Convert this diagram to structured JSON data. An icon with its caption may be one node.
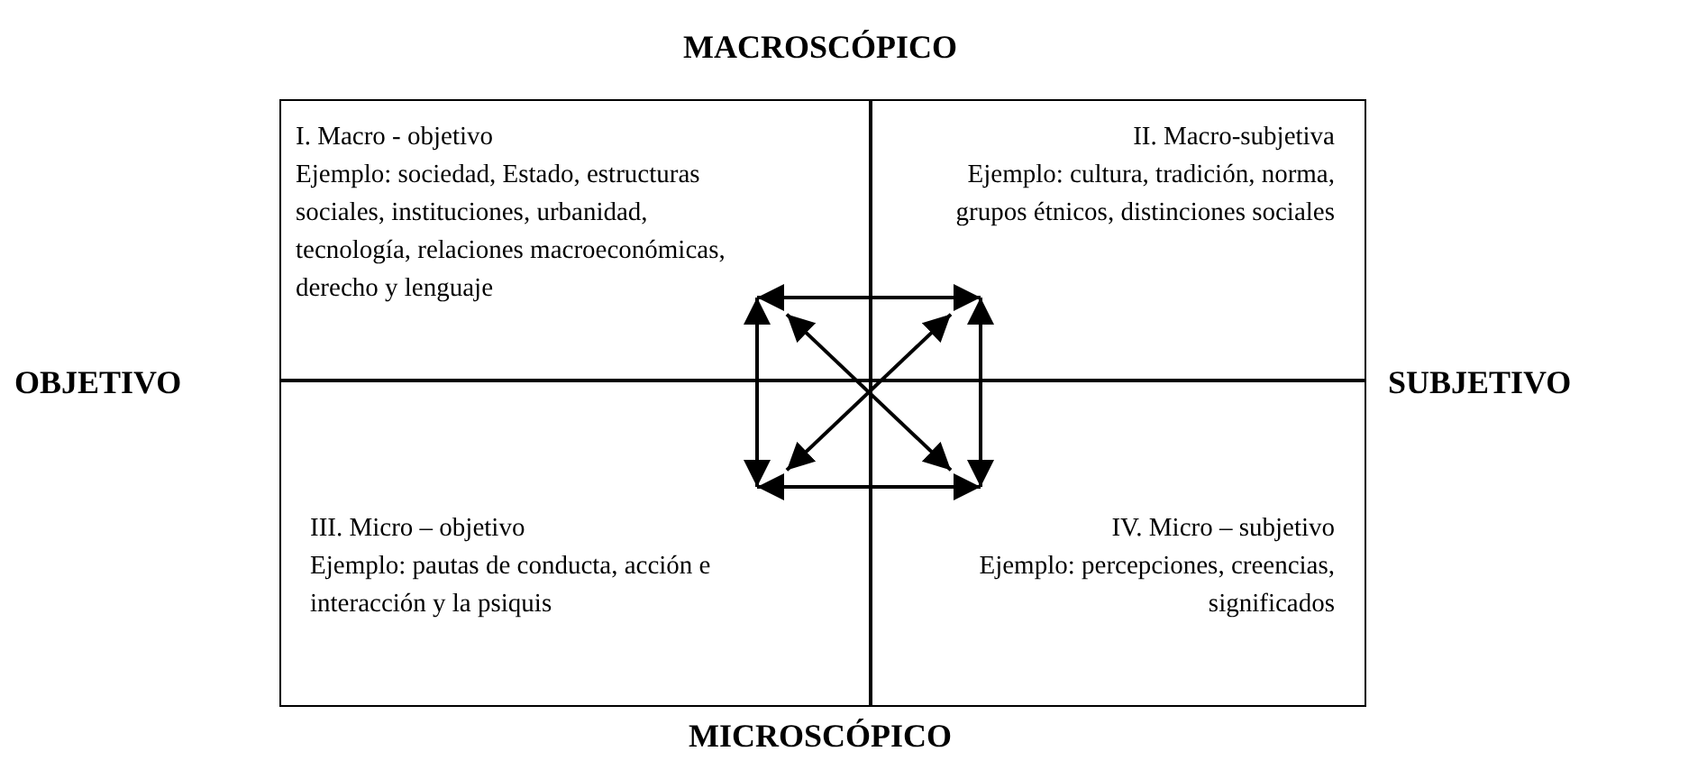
{
  "diagram": {
    "nodes": [
      {
        "text": [
          "I. Macro - objetivo",
          "Ejemplo: sociedad,  Estado, estructuras sociales, instituciones, urbanidad, tecnología, relaciones macroeconómicas, derecho y lenguaje"
        ]
      },
      {
        "text": [
          "II. Macro-subjetiva",
          "Ejemplo: cultura, tradición, norma, grupos étnicos, distinciones sociales"
        ]
      },
      {
        "text": [
          "III. Micro – objetivo",
          "Ejemplo: pautas de conducta, acción e interacción y la psiquis"
        ]
      },
      {
        "text": [
          "IV. Micro – subjetivo",
          "Ejemplo: percepciones, creencias, significados"
        ]
      }
    ],
    "edges": [
      {
        "from": 0,
        "to": 1,
        "arrow": "both"
      },
      {
        "from": 0,
        "to": 2,
        "arrow": "both"
      },
      {
        "from": 1,
        "to": 3,
        "arrow": "both"
      },
      {
        "from": 2,
        "to": 3,
        "arrow": "both"
      },
      {
        "from": 0,
        "to": 3,
        "arrow": "both"
      },
      {
        "from": 1,
        "to": 2,
        "arrow": "both"
      }
    ],
    "labels": [
      "MACROSCÓPICO",
      "OBJETIVO",
      "SUBJETIVO",
      "MICROSCÓPICO"
    ]
  }
}
